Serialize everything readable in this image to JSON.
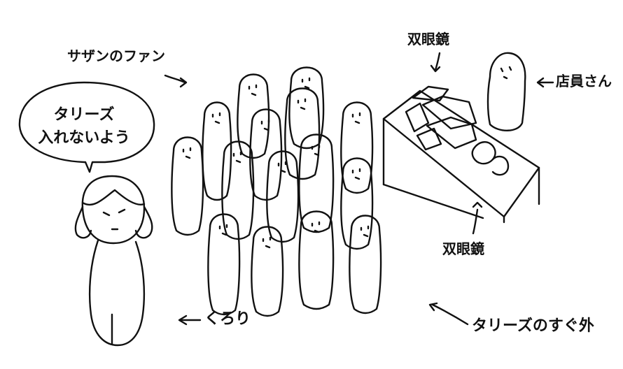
{
  "labels": {
    "southern_fans": "サザンのファン",
    "binoculars_top": "双眼鏡",
    "shop_staff": "店員さん",
    "binoculars_bottom": "双眼鏡",
    "kurori": "くろり",
    "outside_tullys": "タリーズのすぐ外"
  },
  "speech_bubble": {
    "line1": "タリーズ",
    "line2": "入れないよう"
  },
  "icons": [
    "speech-bubble-icon",
    "person-icon",
    "table-icon",
    "binoculars-box-icon",
    "arrow-icon"
  ],
  "colors": {
    "ink": "#111111",
    "background": "#ffffff"
  }
}
